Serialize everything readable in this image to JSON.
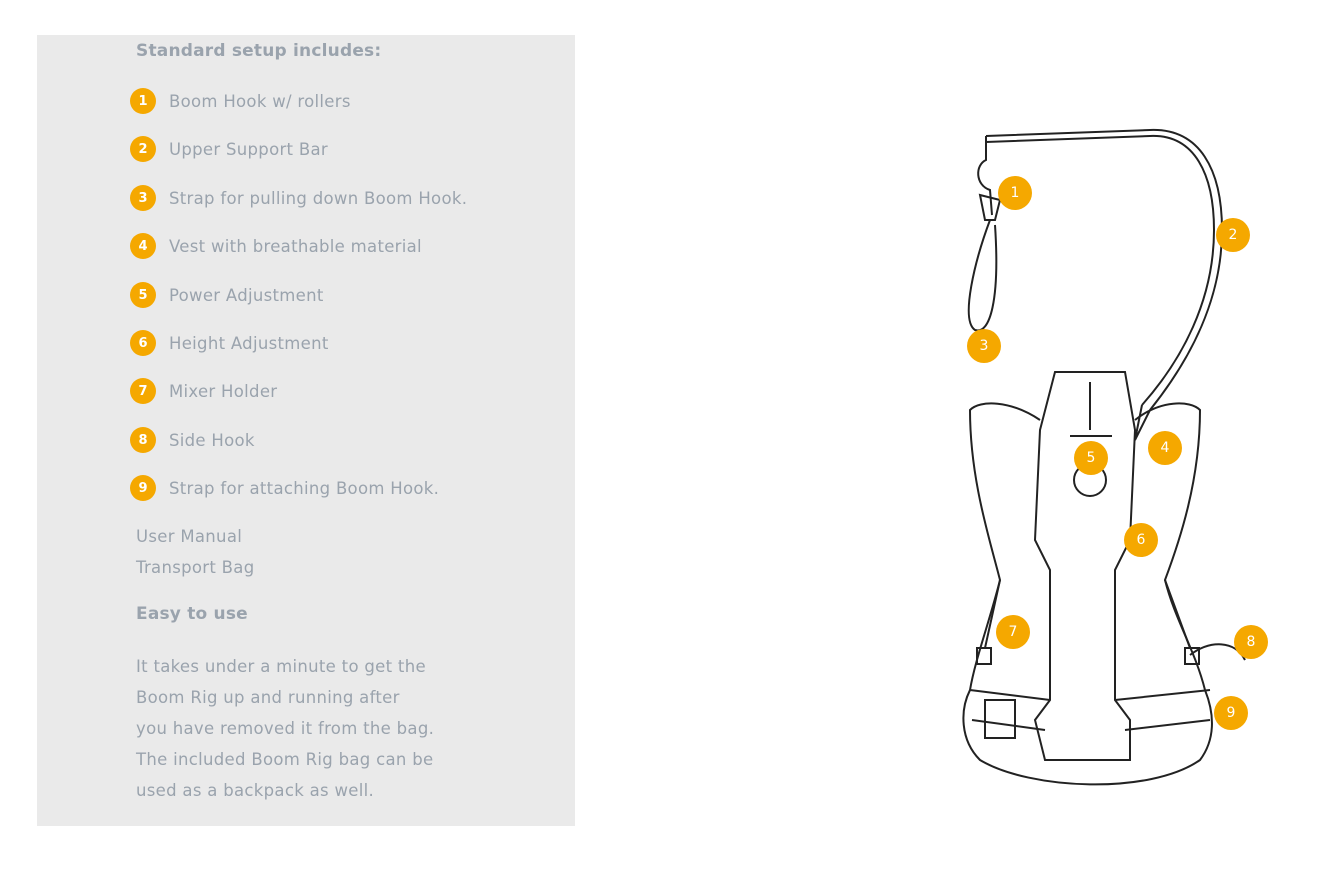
{
  "setup": {
    "heading": "Standard setup includes:",
    "items": [
      {
        "num": "1",
        "label": "Boom Hook w/ rollers"
      },
      {
        "num": "2",
        "label": "Upper Support Bar"
      },
      {
        "num": "3",
        "label": "Strap for pulling down Boom Hook."
      },
      {
        "num": "4",
        "label": "Vest with breathable material"
      },
      {
        "num": "5",
        "label": "Power Adjustment"
      },
      {
        "num": "6",
        "label": "Height Adjustment"
      },
      {
        "num": "7",
        "label": "Mixer Holder"
      },
      {
        "num": "8",
        "label": "Side Hook"
      },
      {
        "num": "9",
        "label": "Strap for attaching Boom Hook."
      }
    ],
    "extras": [
      "User Manual",
      "Transport Bag"
    ]
  },
  "easy": {
    "heading": "Easy to use",
    "lines": [
      "It takes under a minute to get the",
      "Boom Rig up and running after",
      "you have removed it from the bag.",
      "The included Boom Rig bag can be",
      "used as a backpack as well."
    ]
  },
  "illustration": {
    "callouts": [
      "1",
      "2",
      "3",
      "4",
      "5",
      "6",
      "7",
      "8",
      "9"
    ]
  },
  "colors": {
    "accent": "#f5a800",
    "text": "#9aa3ad",
    "panel": "#eaeaea"
  }
}
